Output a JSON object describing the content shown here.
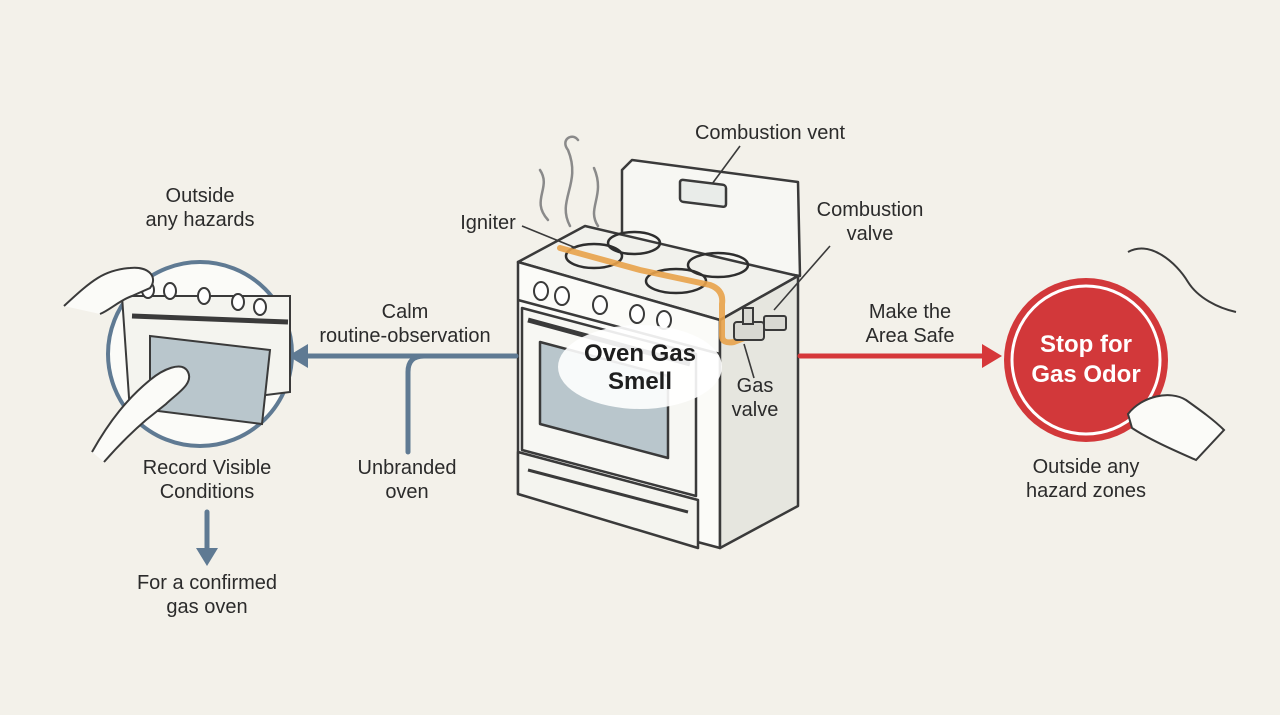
{
  "labels": {
    "center": [
      "Oven Gas",
      "Smell"
    ],
    "combustion_vent": "Combustion vent",
    "combustion_valve": [
      "Combustion",
      "valve"
    ],
    "igniter": "Igniter",
    "gas_valve": [
      "Gas",
      "valve"
    ],
    "left_arrow": [
      "Calm",
      "routine-observation"
    ],
    "branch": [
      "Unbranded",
      "oven"
    ],
    "left_top": [
      "Outside",
      "any hazards"
    ],
    "left_caption": [
      "Record Visible",
      "Conditions"
    ],
    "left_bottom": [
      "For a confirmed",
      "gas oven"
    ],
    "right_arrow": [
      "Make the",
      "Area Safe"
    ],
    "stop": [
      "Stop for",
      "Gas Odor"
    ],
    "right_caption": [
      "Outside any",
      "hazard zones"
    ]
  },
  "colors": {
    "background": "#f3f1ea",
    "left_arrow": "#5f7a93",
    "right_arrow": "#d6383a",
    "stop_fill": "#d2383a",
    "gas_line": "#e8a24a",
    "outline": "#3a3a3a"
  }
}
